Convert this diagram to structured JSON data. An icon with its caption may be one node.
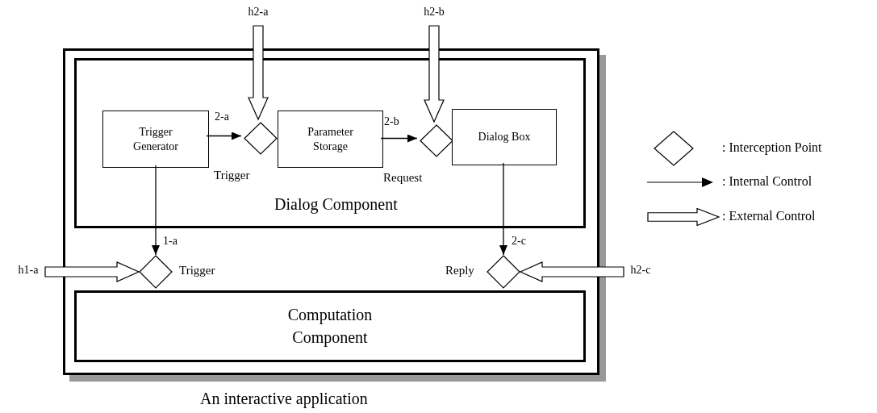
{
  "diagram": {
    "nodes": [
      {
        "text": [
          "An interactive application"
        ]
      },
      {
        "text": [
          "Dialog Component"
        ],
        "in": 0
      },
      {
        "text": [
          "Trigger Generator"
        ],
        "in": 1
      },
      {
        "text": [],
        "shape": "diamond",
        "in": 1
      },
      {
        "text": [
          "Parameter Storage"
        ],
        "in": 1
      },
      {
        "text": [],
        "shape": "diamond",
        "in": 1
      },
      {
        "text": [
          "Dialog Box"
        ],
        "in": 1
      },
      {
        "text": [],
        "shape": "diamond",
        "in": 0,
        "beside": [
          "Trigger"
        ]
      },
      {
        "text": [],
        "shape": "diamond",
        "in": 0,
        "beside": [
          "Reply"
        ]
      },
      {
        "text": [
          "Computation Component"
        ],
        "in": 0
      },
      {
        "text": [
          "h2-a"
        ]
      },
      {
        "text": [
          "h2-b"
        ]
      },
      {
        "text": [
          "h1-a"
        ]
      },
      {
        "text": [
          "h2-c"
        ]
      }
    ],
    "edges": [
      {
        "from": 2,
        "to": 3,
        "arrow": "to",
        "label": "2-a"
      },
      {
        "from": 4,
        "to": 5,
        "arrow": "to",
        "label": "2-b"
      },
      {
        "from": 2,
        "to": 7,
        "arrow": "to",
        "label": "1-a"
      },
      {
        "from": 6,
        "to": 8,
        "arrow": "to",
        "label": "2-c"
      },
      {
        "from": 10,
        "to": 3,
        "arrow": "to",
        "style": "thick"
      },
      {
        "from": 11,
        "to": 5,
        "arrow": "to",
        "style": "thick"
      },
      {
        "from": 12,
        "to": 7,
        "arrow": "to",
        "style": "thick"
      },
      {
        "from": 13,
        "to": 8,
        "arrow": "to",
        "style": "thick"
      }
    ],
    "labels": [
      "Trigger",
      "Request"
    ],
    "legend": [
      {
        "text": ": Interception Point"
      },
      {
        "text": ": Internal Control"
      },
      {
        "text": ": External Control"
      }
    ]
  }
}
